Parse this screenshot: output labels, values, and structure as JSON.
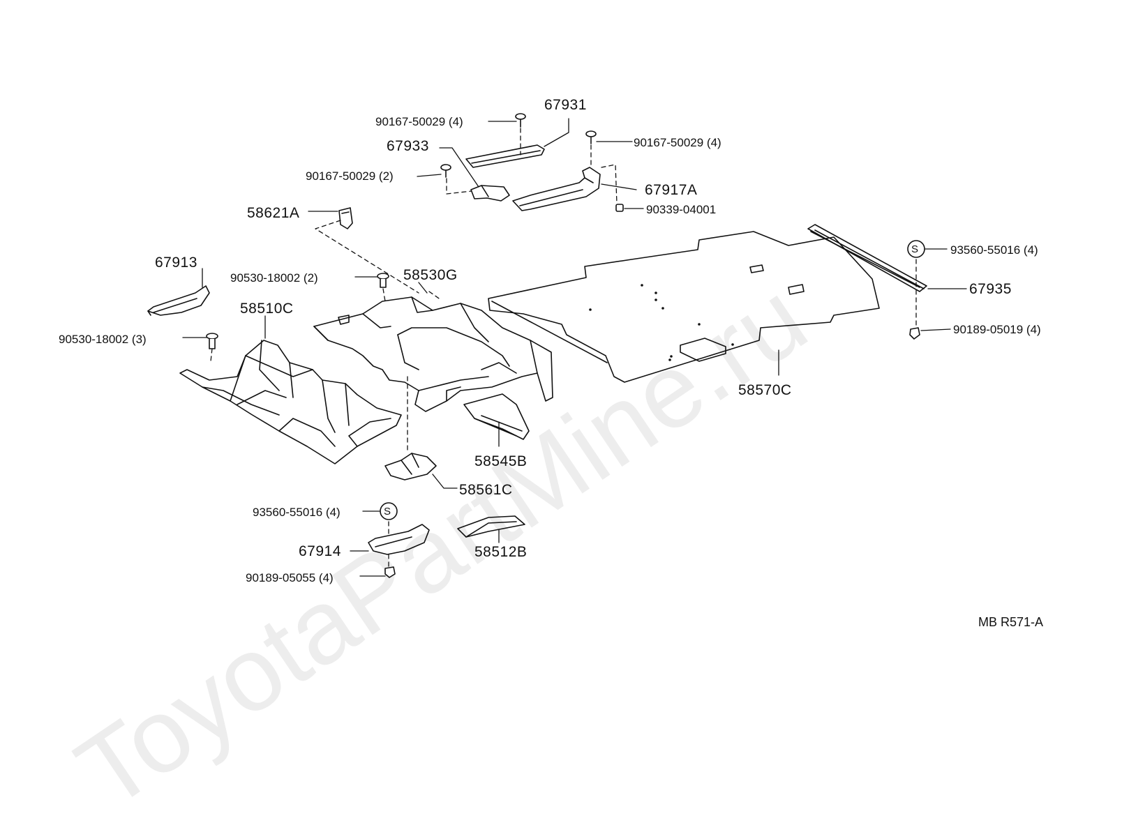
{
  "watermark": "ToyotaPartMine.ru",
  "code": "MB R571-A",
  "labels": {
    "p67931": "67931",
    "p90167_a": "90167-50029 (4)",
    "p90167_b": "90167-50029 (4)",
    "p67933": "67933",
    "p90167_c": "90167-50029 (2)",
    "p67917A": "67917A",
    "p90339": "90339-04001",
    "p58621A": "58621A",
    "p67913": "67913",
    "p90530_a": "90530-18002 (2)",
    "p58530G": "58530G",
    "p58510C": "58510C",
    "p90530_b": "90530-18002 (3)",
    "p93560_a": "93560-55016 (4)",
    "p67935": "67935",
    "p90189_a": "90189-05019 (4)",
    "p58570C": "58570C",
    "p58545B": "58545B",
    "p58561C": "58561C",
    "p93560_b": "93560-55016 (4)",
    "p67914": "67914",
    "p58512B": "58512B",
    "p90189_b": "90189-05055 (4)",
    "s_mark": "S"
  }
}
